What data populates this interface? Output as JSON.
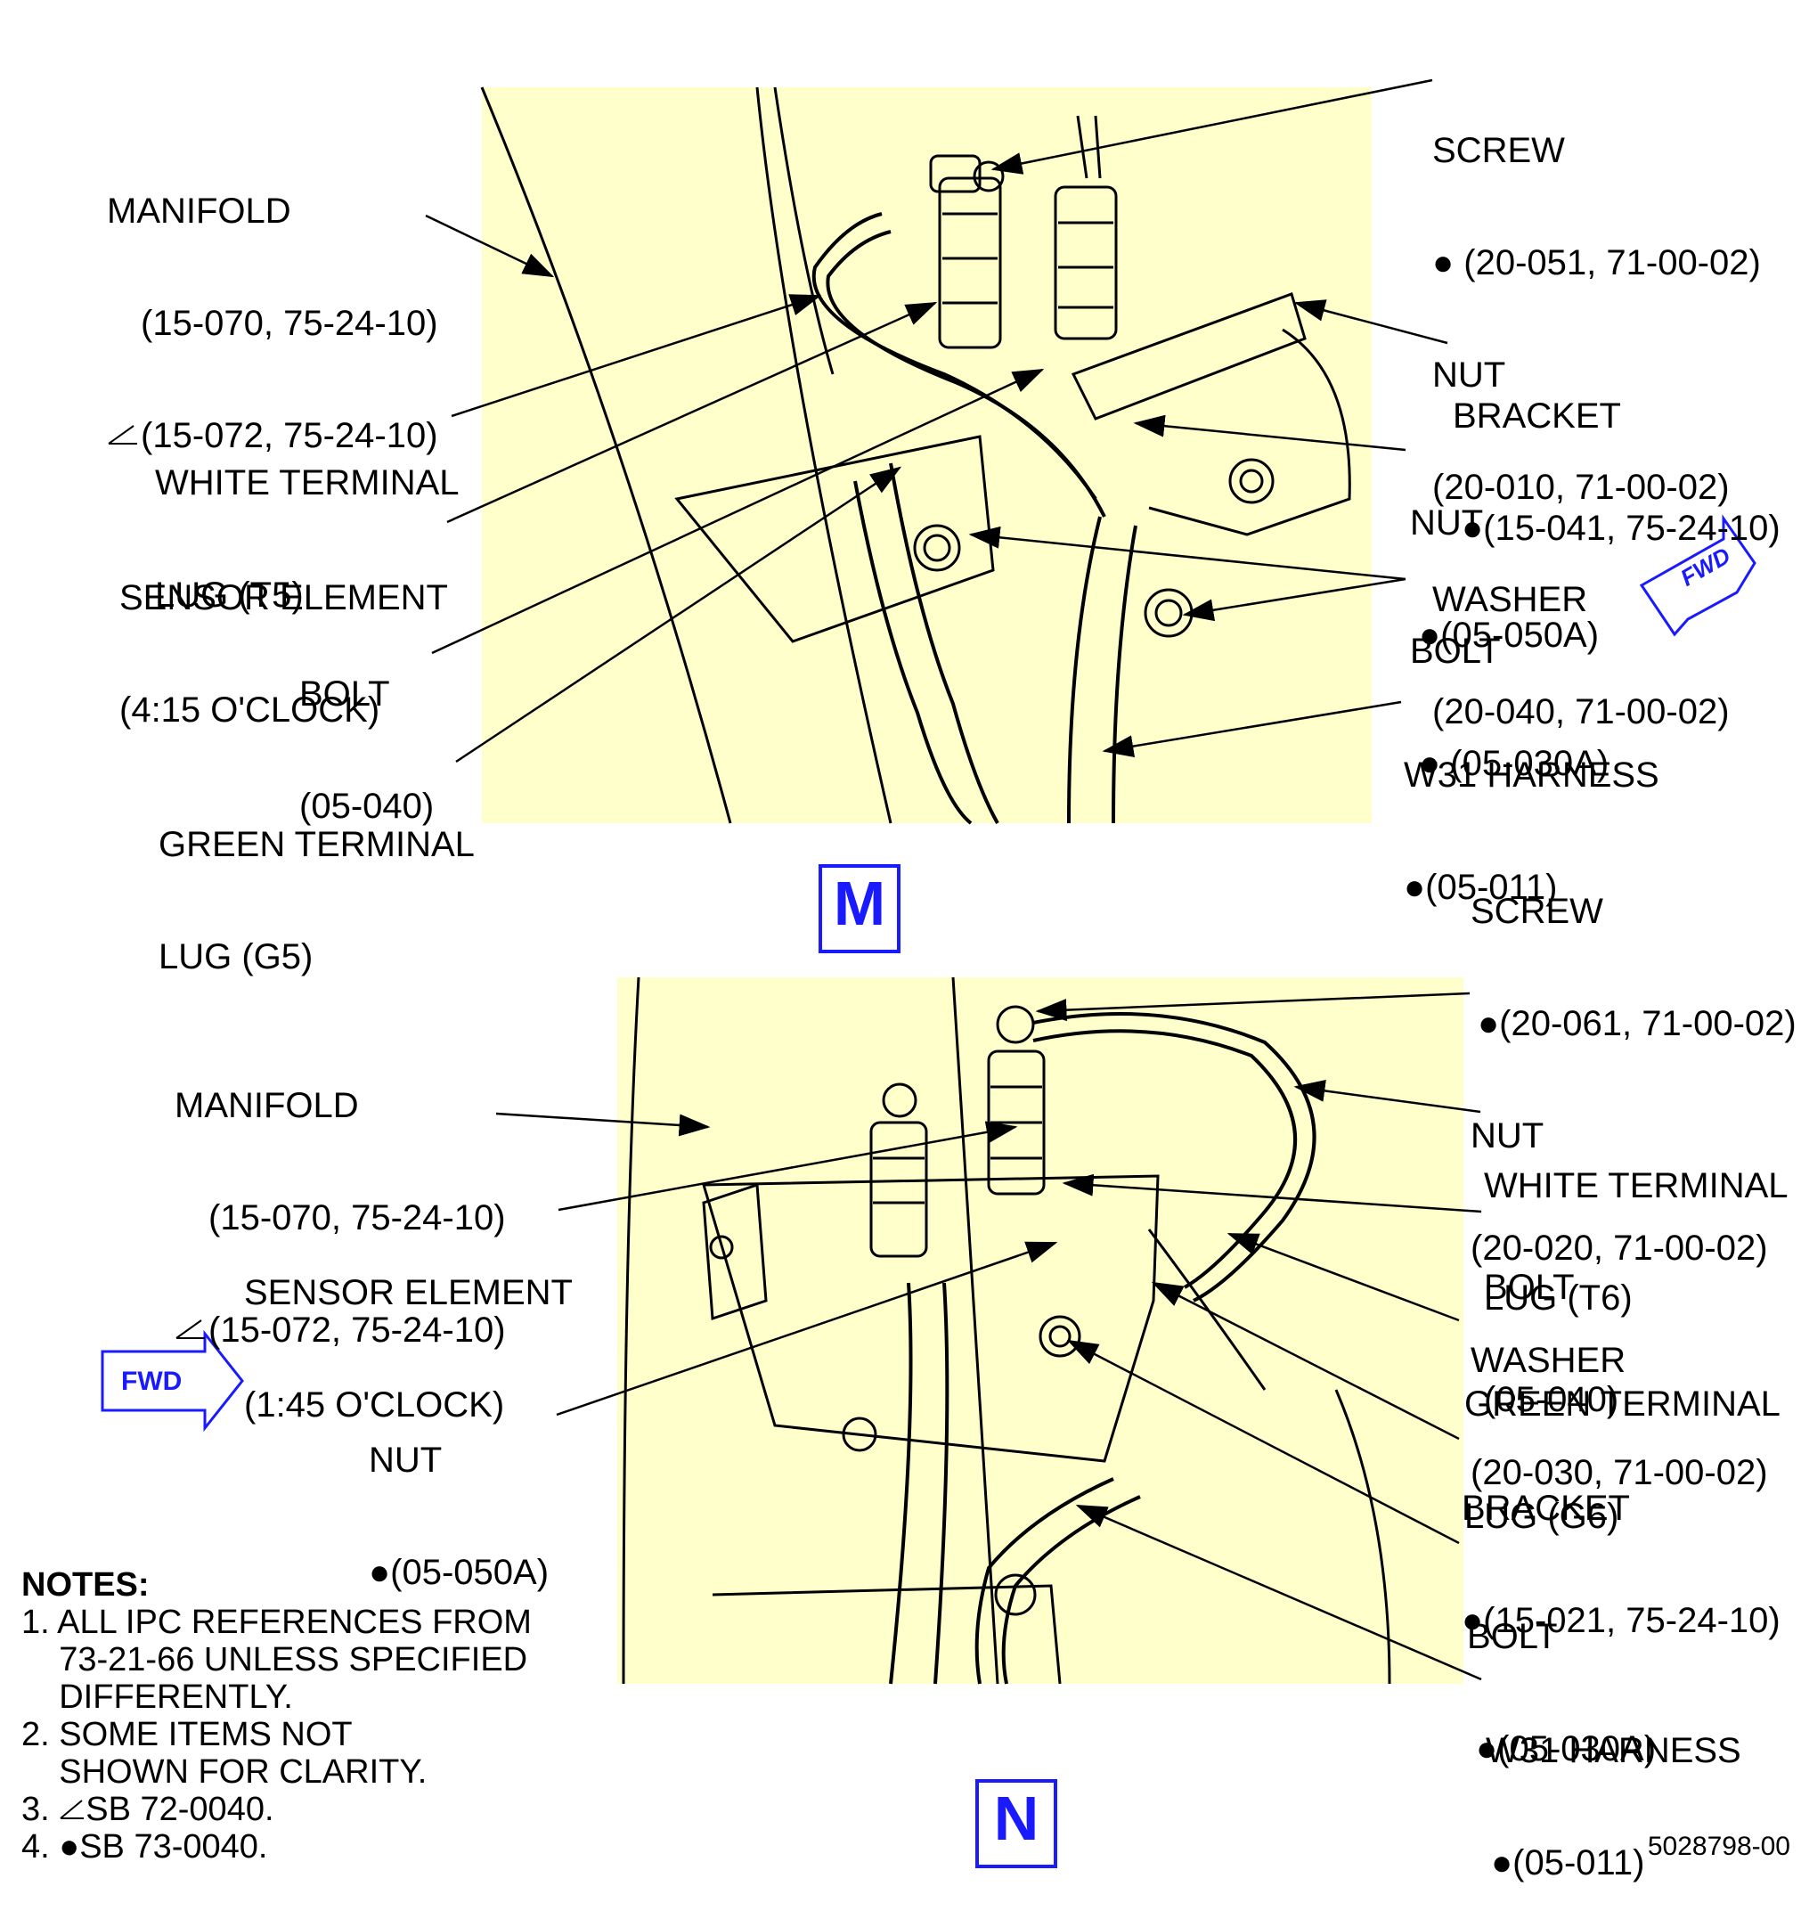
{
  "view_m": {
    "badge": "M",
    "fwd": "FWD",
    "manifold": [
      "MANIFOLD",
      "(15-070, 75-24-10)",
      "(15-072, 75-24-10)"
    ],
    "white_lug": [
      "WHITE TERMINAL",
      "LUG (T5)"
    ],
    "sensor": [
      "SENSOR ELEMENT",
      "(4:15 O'CLOCK)"
    ],
    "bolt_040": [
      "BOLT",
      "(05-040)"
    ],
    "green_lug": [
      "GREEN TERMINAL",
      "LUG (G5)"
    ],
    "screw_group": [
      "SCREW",
      "(20-051, 71-00-02)",
      "NUT",
      "(20-010, 71-00-02)",
      "WASHER",
      "(20-040, 71-00-02)"
    ],
    "bracket": [
      "BRACKET",
      "(15-041, 75-24-10)"
    ],
    "nut": [
      "NUT",
      "(05-050A)"
    ],
    "bolt_030a": [
      "BOLT",
      "(05-030A)"
    ],
    "harness": [
      "W31 HARNESS",
      "(05-011)"
    ]
  },
  "view_n": {
    "badge": "N",
    "fwd": "FWD",
    "manifold": [
      "MANIFOLD",
      "(15-070, 75-24-10)",
      "(15-072, 75-24-10)"
    ],
    "sensor": [
      "SENSOR ELEMENT",
      "(1:45 O'CLOCK)"
    ],
    "nut": [
      "NUT",
      "(05-050A)"
    ],
    "screw_group": [
      "SCREW",
      "(20-061, 71-00-02)",
      "NUT",
      "(20-020, 71-00-02)",
      "WASHER",
      "(20-030, 71-00-02)"
    ],
    "white_lug": [
      "WHITE TERMINAL",
      "LUG (T6)"
    ],
    "bolt_040": [
      "BOLT",
      "(05-040)"
    ],
    "green_lug": [
      "GREEN TERMINAL",
      "LUG (G6)"
    ],
    "bracket": [
      "BRACKET",
      "(15-021, 75-24-10)"
    ],
    "bolt_030a": [
      "BOLT",
      "(05-030A)"
    ],
    "harness": [
      "W31 HARNESS",
      "(05-011)"
    ]
  },
  "notes": {
    "title": "NOTES:",
    "items": [
      "1. ALL IPC REFERENCES FROM",
      "    73-21-66 UNLESS SPECIFIED",
      "    DIFFERENTLY.",
      "2. SOME ITEMS NOT",
      "    SHOWN FOR CLARITY.",
      "3. ",
      "SB 72-0040.",
      "4. ",
      "SB 73-0040."
    ]
  },
  "figure_id": "5028798-00",
  "colors": {
    "panel": "#ffffcc",
    "badge": "#1a1aff",
    "fwd_arrow": "#1a1aff"
  },
  "symbols": {
    "dot": "●",
    "triangle": "triangle-flag-icon"
  }
}
